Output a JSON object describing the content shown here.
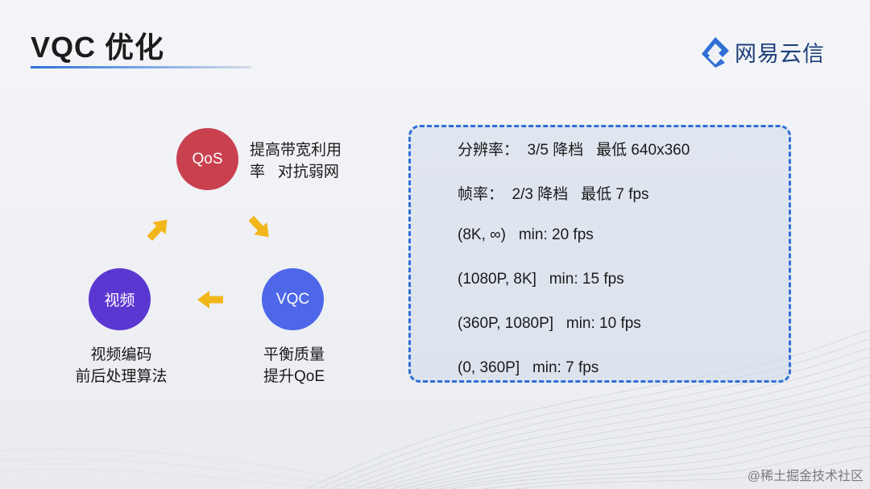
{
  "title": "VQC 优化",
  "logo": {
    "text": "网易云信",
    "icon": "netease-yunxin-logo-icon",
    "color": "#2f6fd6"
  },
  "cycle": {
    "nodes": [
      {
        "key": "qos",
        "label": "QoS",
        "color": "#c9404f"
      },
      {
        "key": "vqc",
        "label": "VQC",
        "color": "#4d67e8"
      },
      {
        "key": "video",
        "label": "视频",
        "color": "#5b37d1"
      }
    ],
    "notes": {
      "qos": [
        "提高带宽利用",
        "率   对抗弱网"
      ],
      "vqc": [
        "平衡质量",
        "提升QoE"
      ],
      "video": [
        "视频编码",
        "前后处理算法"
      ]
    },
    "arrow_color": "#f3b61a"
  },
  "info": {
    "lines": [
      "分辨率：  3/5 降档   最低 640x360",
      "帧率：  2/3 降档   最低 7 fps",
      "(8K, ∞)   min: 20 fps",
      "(1080P, 8K]   min: 15 fps",
      "(360P, 1080P]   min: 10 fps",
      "(0, 360P]   min: 7 fps"
    ],
    "border_color": "#2f6fd6"
  },
  "watermark": "@稀土掘金技术社区"
}
